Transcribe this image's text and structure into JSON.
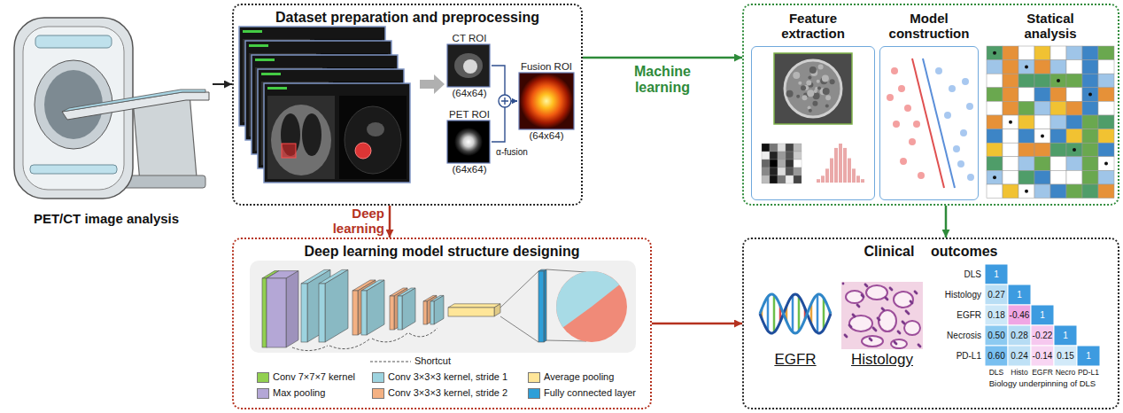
{
  "diagram": {
    "nodes": [
      {
        "text": [
          "PET/CT image analysis"
        ]
      },
      {
        "text": [
          "Dataset preparation and preprocessing"
        ]
      },
      {
        "text": [
          "CT ROI",
          "(64x64)"
        ],
        "in": 1
      },
      {
        "text": [
          "PET ROI",
          "(64x64)"
        ],
        "in": 1
      },
      {
        "text": [
          "Fusion ROI",
          "(64x64)"
        ],
        "in": 1
      },
      {
        "text": []
      },
      {
        "text": [
          "Feature extraction"
        ],
        "in": 5
      },
      {
        "text": [
          "Model construction"
        ],
        "in": 5
      },
      {
        "text": [
          "Statical analysis"
        ],
        "in": 5
      },
      {
        "text": [
          "Deep learning model structure designing"
        ]
      },
      {
        "text": [
          "Clinical outcomes"
        ]
      }
    ],
    "edges": [
      {
        "from": 0,
        "to": 1,
        "arrow": "to"
      },
      {
        "from": 2,
        "to": 4,
        "arrow": "to"
      },
      {
        "from": 3,
        "to": 4,
        "arrow": "to"
      },
      {
        "from": 1,
        "to": 5,
        "label": "Machine learning",
        "arrow": "to"
      },
      {
        "from": 1,
        "to": 9,
        "label": "Deep learning",
        "arrow": "to"
      },
      {
        "from": 9,
        "to": 10,
        "arrow": "to"
      },
      {
        "from": 5,
        "to": 10,
        "arrow": "to"
      }
    ],
    "labels": [
      "α-fusion",
      "EGFR",
      "Histology",
      "DLS",
      "1",
      "Histology",
      "0.27",
      "1",
      "EGFR",
      "0.18",
      "-0.46",
      "1",
      "Necrosis",
      "0.50",
      "0.28",
      "-0.22",
      "1",
      "PD-L1",
      "0.60",
      "0.24",
      "-0.14",
      "0.15",
      "1",
      "DLS",
      "Histo",
      "EGFR",
      "Necro",
      "PD-L1",
      "Biology underpinning of DLS"
    ],
    "legend": [
      {
        "text": "Shortcut"
      },
      {
        "text": "Conv 7×7×7 kernel",
        "color": "#92d050"
      },
      {
        "text": "Conv 3×3×3 kernel, stride 1",
        "color": "#9dd3df"
      },
      {
        "text": "Average pooling",
        "color": "#ffe699"
      },
      {
        "text": "Max pooling",
        "color": "#b4a7d6"
      },
      {
        "text": "Conv 3×3×3 kernel, stride 2",
        "color": "#f4b183"
      },
      {
        "text": "Fully connected layer",
        "color": "#2e9fd8"
      }
    ]
  }
}
